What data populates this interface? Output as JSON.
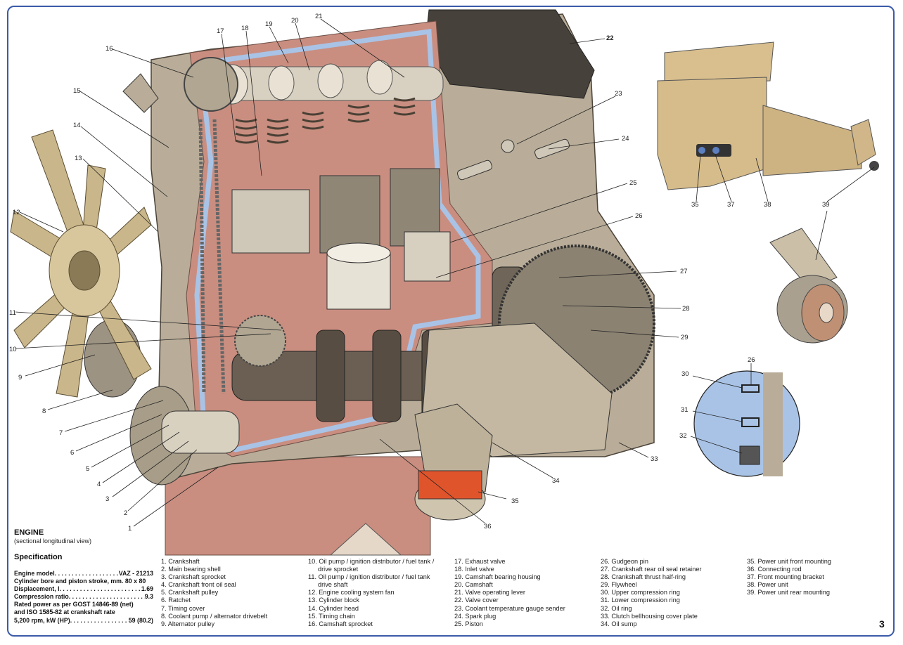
{
  "caption": {
    "title": "ENGINE",
    "subtitle": "(sectional longitudinal view)"
  },
  "spec": {
    "title": "Specification",
    "rows": [
      {
        "k": "Engine model",
        "v": "VAZ - 21213",
        "dots": true
      },
      {
        "k": "Cylinder bore and piston stroke, mm. 80 x 80",
        "v": "",
        "dots": false
      },
      {
        "k": "Displacement, l",
        "v": "1.69",
        "dots": true
      },
      {
        "k": "Compression ratio",
        "v": "9.3",
        "dots": true
      },
      {
        "k": "Rated power as per GOST 14846-89 (net)",
        "v": "",
        "dots": false
      },
      {
        "k": "and ISO 1585-82 at crankshaft rate",
        "v": "",
        "dots": false
      },
      {
        "k": "5,200 rpm, kW (HP)",
        "v": "59 (80.2)",
        "dots": true
      }
    ]
  },
  "legend": {
    "col1": [
      "1. Crankshaft",
      "2. Main bearing shell",
      "3. Crankshaft sprocket",
      "4. Crankshaft front oil seal",
      "5. Crankshaft pulley",
      "6. Ratchet",
      "7. Timing cover",
      "8. Coolant pump / alternator drivebelt",
      "9. Alternator pulley"
    ],
    "col2": [
      "10. Oil pump / ignition distributor / fuel tank /",
      "drive sprocket",
      "11. Oil pump / ignition distributor / fuel tank",
      "drive shaft",
      "12. Engine cooling system fan",
      "13. Cylinder block",
      "14. Cylinder head",
      "15. Timing chain",
      "16. Camshaft sprocket"
    ],
    "col3": [
      "17. Exhaust valve",
      "18. Inlet valve",
      "19. Camshaft bearing housing",
      "20. Camshaft",
      "21. Valve operating lever",
      "22. Valve cover",
      "23. Coolant temperature gauge sender",
      "24. Spark plug",
      "25. Piston"
    ],
    "col4": [
      "26. Gudgeon pin",
      "27. Crankshaft rear oil seal retainer",
      "28. Crankshaft thrust half-ring",
      "29. Flywheel",
      "30. Upper compression ring",
      "31. Lower compression ring",
      "32. Oil ring",
      "33. Clutch bellhousing cover plate",
      "34. Oil sump"
    ],
    "col5": [
      "35. Power unit front mounting",
      "36. Connecting rod",
      "37. Front mounting bracket",
      "38. Power unit",
      "39. Power unit rear mounting"
    ]
  },
  "callouts": [
    "1",
    "2",
    "3",
    "4",
    "5",
    "6",
    "7",
    "8",
    "9",
    "10",
    "11",
    "12",
    "13",
    "14",
    "15",
    "16",
    "17",
    "18",
    "19",
    "20",
    "21",
    "22",
    "23",
    "24",
    "25",
    "26",
    "27",
    "28",
    "29",
    "35",
    "36",
    "33",
    "34",
    "30",
    "31",
    "32",
    "26",
    "35",
    "37",
    "38",
    "39"
  ],
  "page_number": "3",
  "colors": {
    "frame": "#3b5aa8",
    "section": "#a9c3e6",
    "cutaway": "#c98e80",
    "metal": "#b9ad99",
    "fan": "#c9b68a",
    "orange": "#e0542c"
  }
}
